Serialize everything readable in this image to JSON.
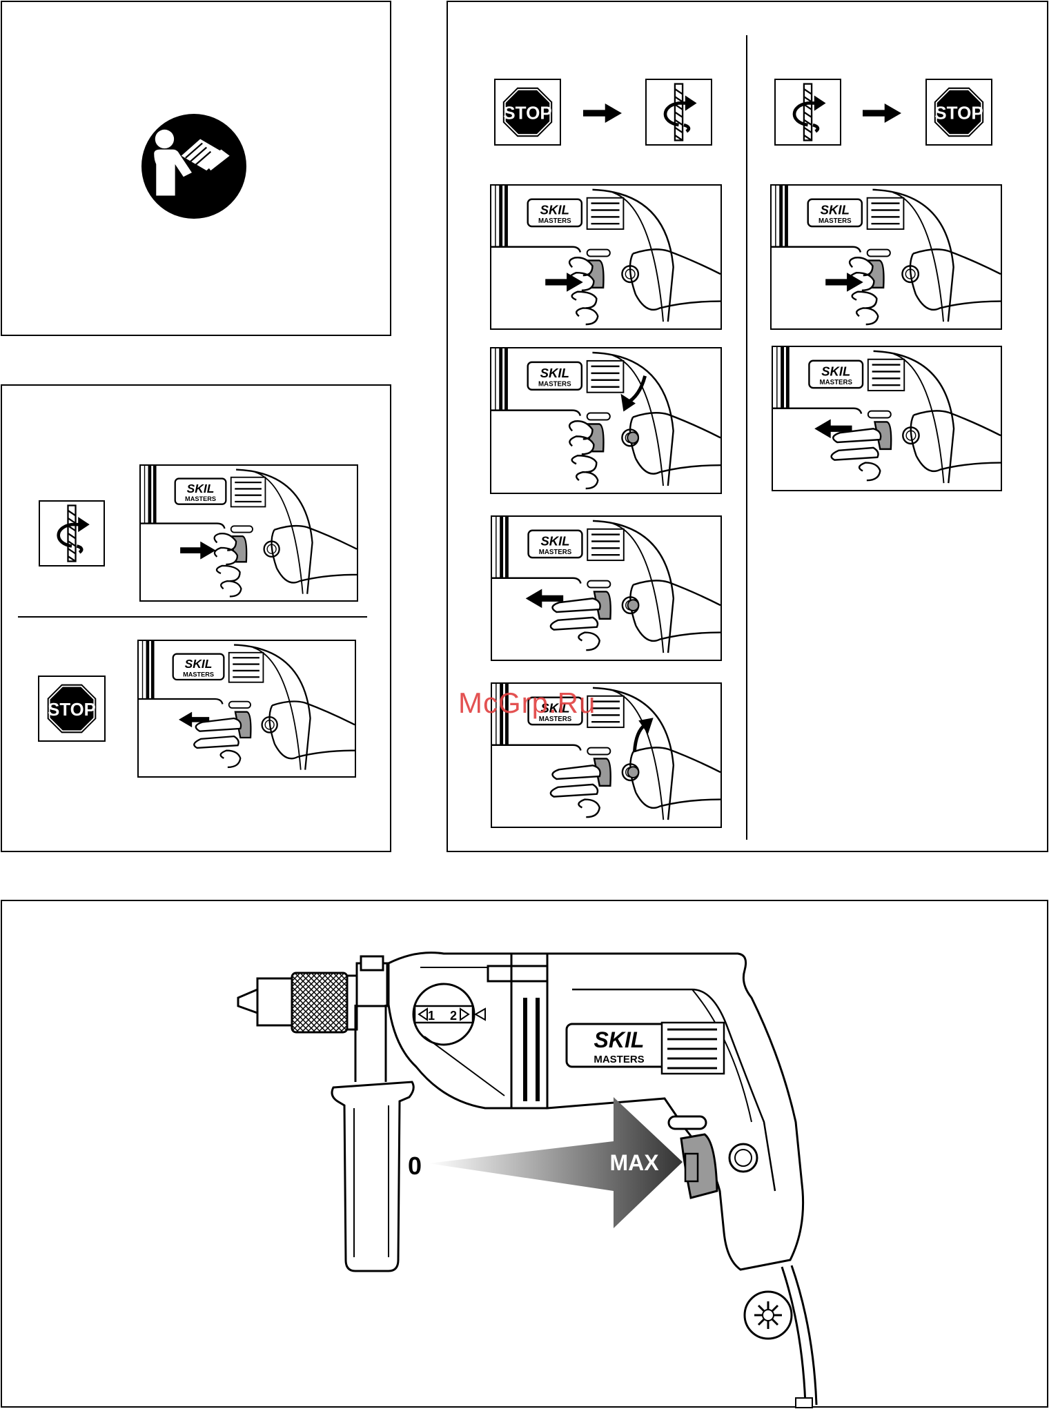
{
  "brand": {
    "logo": "SKIL",
    "sub": "MASTERS"
  },
  "stop_sign": {
    "label": "STOP"
  },
  "speed_dial": {
    "left": "1",
    "right": "2"
  },
  "speed_arrow": {
    "min_label": "0",
    "max_label": "MAX"
  },
  "watermark": "McGrp.Ru",
  "icons": {
    "manual": "read-manual-icon",
    "spin": "drill-bit-rotation-icon",
    "stop": "stop-sign-icon",
    "arrow": "right-arrow-icon"
  }
}
